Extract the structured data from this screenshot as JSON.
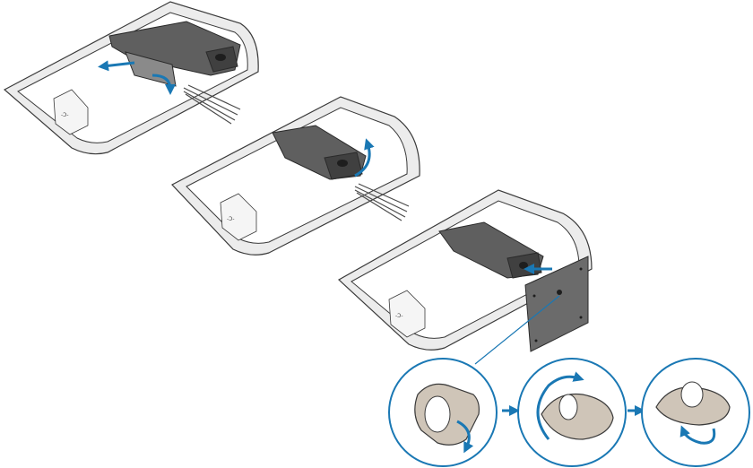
{
  "figure": {
    "steps": [
      {
        "id": "step-1"
      },
      {
        "id": "step-2"
      },
      {
        "id": "step-3"
      }
    ],
    "details": [
      {
        "id": "detail-1"
      },
      {
        "id": "detail-2"
      },
      {
        "id": "detail-3"
      }
    ]
  },
  "colors": {
    "outline": "#3a3a3a",
    "monitor_fill": "#ffffff",
    "monitor_bezel": "#e9e9e9",
    "stand_dark": "#5f5f5f",
    "stand_mid": "#8a8a8a",
    "base_plate": "#6b6b6b",
    "arrow_blue": "#1a78b4",
    "thumbscrew": "#cfc5b8",
    "cable": "#4a4a4a"
  }
}
